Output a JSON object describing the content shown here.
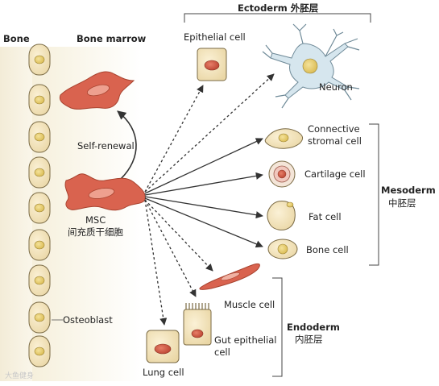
{
  "headers": {
    "bone": "Bone",
    "bone_marrow": "Bone marrow",
    "ectoderm": "Ectoderm 外胚层",
    "mesoderm": "Mesoderm",
    "mesoderm_cn": "中胚层",
    "endoderm": "Endoderm",
    "endoderm_cn": "内胚层"
  },
  "labels": {
    "self_renewal": "Self-renewal",
    "msc": "MSC",
    "msc_cn": "间充质干细胞",
    "osteoblast": "Osteoblast",
    "epithelial_cell": "Epithelial cell",
    "neuron": "Neuron",
    "connective_line1": "Connective",
    "connective_line2": "stromal cell",
    "cartilage_cell": "Cartilage cell",
    "fat_cell": "Fat cell",
    "bone_cell": "Bone cell",
    "muscle_cell": "Muscle cell",
    "gut_line1": "Gut epithelial",
    "gut_line2": "cell",
    "lung_cell": "Lung cell"
  },
  "watermark": "大鱼健身",
  "colors": {
    "msc_red": "#d9634f",
    "nucleus_yellow": "#e8cf6a",
    "cell_beige": "#f2e3bf",
    "neuron_blue": "#d6e6ee"
  }
}
